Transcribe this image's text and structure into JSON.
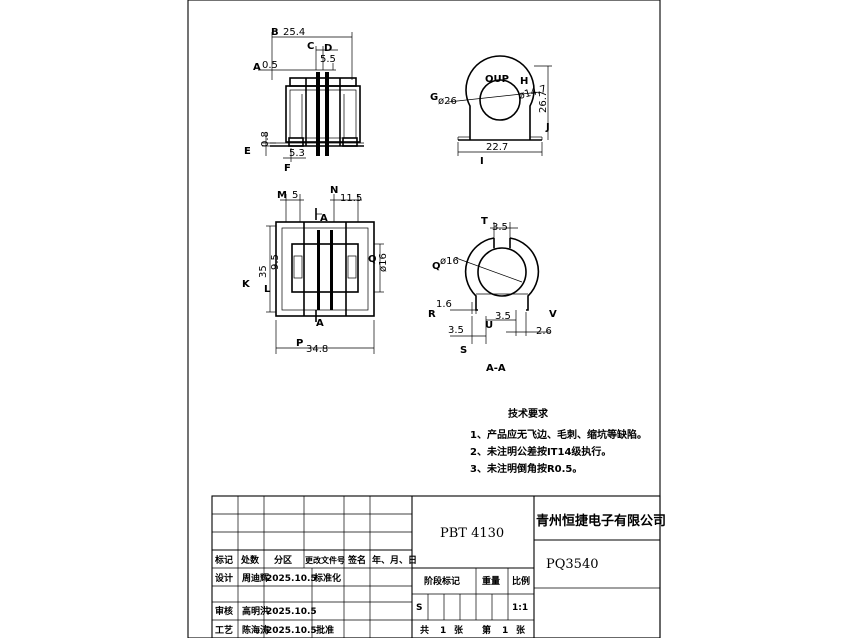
{
  "views": {
    "front": {
      "dims": {
        "overall_width": "25.4",
        "pin_thickness": "0.5",
        "pin_gap": "5.5",
        "bottom_offset": "0.8",
        "pin_pitch": "5.3"
      },
      "letters": [
        "A",
        "B",
        "C",
        "D",
        "E",
        "F"
      ]
    },
    "side": {
      "dims": {
        "outer_dia": "ø26",
        "inner_dia": "ø14.7",
        "height": "26.7",
        "base_width": "22.7"
      },
      "mark_text": "OUP",
      "letters": [
        "G",
        "H",
        "I",
        "J"
      ]
    },
    "top": {
      "dims": {
        "width_m": "5",
        "width_n": "11.5",
        "height_k": "35",
        "height_l": "9.5",
        "dia_q": "ø16",
        "overall_p": "34.8"
      },
      "section_marks": [
        "A",
        "A"
      ],
      "letters": [
        "K",
        "L",
        "M",
        "N",
        "P",
        "Q"
      ]
    },
    "section": {
      "dims": {
        "slot_t": "3.5",
        "bore": "ø16",
        "r_val": "1.6",
        "s_val": "3.5",
        "u_val": "3.5",
        "v_val": "2.6"
      },
      "letters": [
        "Q",
        "R",
        "S",
        "T",
        "U",
        "V"
      ],
      "caption": "A-A"
    }
  },
  "notes": {
    "title": "技术要求",
    "items": [
      "1、产品应无飞边、毛刺、缩坑等缺陷。",
      "2、未注明公差按IT14级执行。",
      "3、未注明倒角按R0.5。"
    ]
  },
  "title_block": {
    "headers": [
      "标记",
      "处数",
      "分区",
      "更改文件号",
      "签名",
      "年、月、日"
    ],
    "rows": [
      {
        "role": "设计",
        "name": "周迪辉",
        "date": "2025.10.5",
        "extra": "标准化"
      },
      {
        "role": "审核",
        "name": "高明洪",
        "date": "2025.10.5",
        "extra": ""
      },
      {
        "role": "工艺",
        "name": "陈海涛",
        "date": "2025.10.5",
        "extra": "批准"
      }
    ],
    "material": "PBT  4130",
    "company": "青州恒捷电子有限公司",
    "part_no": "PQ3540",
    "stage_label": "阶段标记",
    "weight_label": "重量",
    "scale_label": "比例",
    "stage_value": "S",
    "scale_value": "1:1",
    "total_label": "共",
    "total_count": "1",
    "sheet_unit": "张",
    "page_label": "第",
    "page_count": "1",
    "page_unit": "张"
  }
}
